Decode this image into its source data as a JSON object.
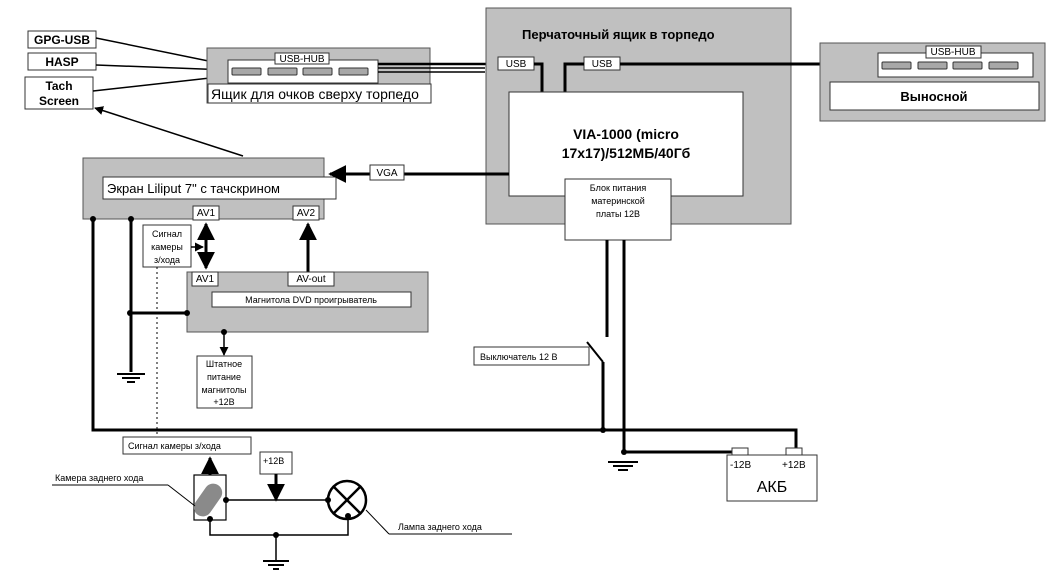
{
  "diagram": {
    "type": "wiring-schematic",
    "left_labels": {
      "gpg_usb": "GPG-USB",
      "hasp": "HASP",
      "touch_screen_line1": "Tach",
      "touch_screen_line2": "Screen"
    },
    "top_hub_box": {
      "hub_label": "USB-HUB",
      "caption": "Ящик для очков сверху торпедо"
    },
    "glovebox": {
      "title": "Перчаточный ящик  в торпедо",
      "usb_left": "USB",
      "usb_right": "USB",
      "computer_line1": "VIA-1000 (micro",
      "computer_line2": "17x17)/512МБ/40Гб",
      "psu_line1": "Блок питания",
      "psu_line2": "материнской",
      "psu_line3": "платы 12В"
    },
    "remote_hub": {
      "hub_label": "USB-HUB",
      "caption": "Выносной"
    },
    "screen": {
      "caption": "Экран Liliput  7\" с  тачскрином",
      "av1": "AV1",
      "av2": "AV2",
      "vga": "VGA"
    },
    "camera_signal_small": {
      "line1": "Сигнал",
      "line2": "камеры",
      "line3": "з/хода"
    },
    "head_unit": {
      "av1": "AV1",
      "av_out": "AV-out",
      "caption": "Магнитола DVD проигрыватель"
    },
    "head_unit_power": {
      "line1": "Штатное",
      "line2": "питание",
      "line3": "магнитолы",
      "line4": "+12В"
    },
    "switch_label": "Выключатель  12  В",
    "camera_signal_wide": "Сигнал камеры з/хода",
    "plus12_label": "+12В",
    "camera_label": "Камера заднего хода",
    "lamp_label": "Лампа заднего хода",
    "battery": {
      "minus": "-12В",
      "plus": "+12В",
      "name": "АКБ"
    }
  }
}
